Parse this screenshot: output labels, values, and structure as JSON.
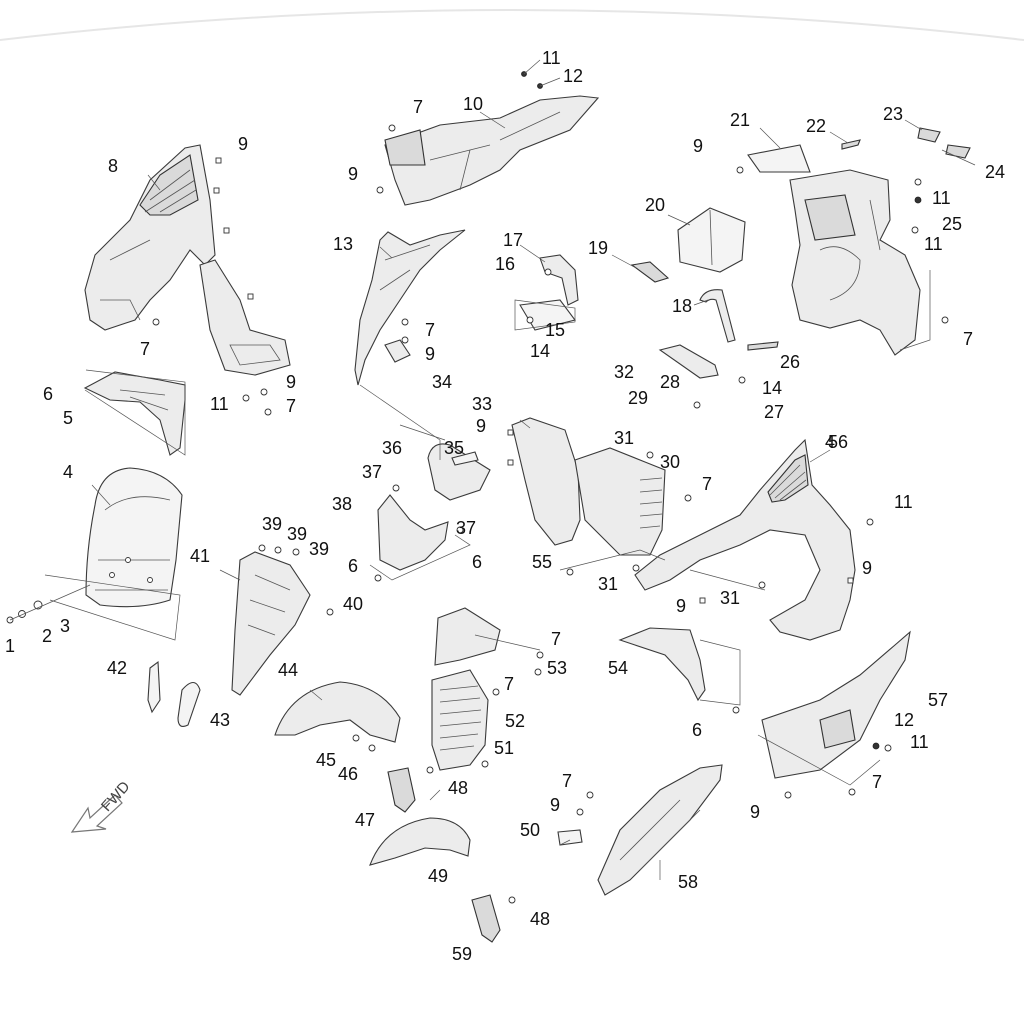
{
  "diagram": {
    "callouts": [
      {
        "id": "c1",
        "label": "1"
      },
      {
        "id": "c2",
        "label": "2"
      },
      {
        "id": "c3",
        "label": "3"
      },
      {
        "id": "c4",
        "label": "4"
      },
      {
        "id": "c5",
        "label": "5"
      },
      {
        "id": "c6a",
        "label": "6"
      },
      {
        "id": "c7a",
        "label": "7"
      },
      {
        "id": "c8",
        "label": "8"
      },
      {
        "id": "c9a",
        "label": "9"
      },
      {
        "id": "c9b",
        "label": "9"
      },
      {
        "id": "c11a",
        "label": "11"
      },
      {
        "id": "c7b",
        "label": "7"
      },
      {
        "id": "c7c",
        "label": "7"
      },
      {
        "id": "c10",
        "label": "10"
      },
      {
        "id": "c11b",
        "label": "11"
      },
      {
        "id": "c12a",
        "label": "12"
      },
      {
        "id": "c9c",
        "label": "9"
      },
      {
        "id": "c13",
        "label": "13"
      },
      {
        "id": "c7d",
        "label": "7"
      },
      {
        "id": "c9d",
        "label": "9"
      },
      {
        "id": "c34",
        "label": "34"
      },
      {
        "id": "c17",
        "label": "17"
      },
      {
        "id": "c16",
        "label": "16"
      },
      {
        "id": "c15",
        "label": "15"
      },
      {
        "id": "c14a",
        "label": "14"
      },
      {
        "id": "c19",
        "label": "19"
      },
      {
        "id": "c20",
        "label": "20"
      },
      {
        "id": "c18",
        "label": "18"
      },
      {
        "id": "c21",
        "label": "21"
      },
      {
        "id": "c22",
        "label": "22"
      },
      {
        "id": "c23",
        "label": "23"
      },
      {
        "id": "c24",
        "label": "24"
      },
      {
        "id": "c9e",
        "label": "9"
      },
      {
        "id": "c11c",
        "label": "11"
      },
      {
        "id": "c25",
        "label": "25"
      },
      {
        "id": "c11d",
        "label": "11"
      },
      {
        "id": "c7e",
        "label": "7"
      },
      {
        "id": "c26",
        "label": "26"
      },
      {
        "id": "c32",
        "label": "32"
      },
      {
        "id": "c28",
        "label": "28"
      },
      {
        "id": "c14b",
        "label": "14"
      },
      {
        "id": "c29",
        "label": "29"
      },
      {
        "id": "c27",
        "label": "27"
      },
      {
        "id": "c33",
        "label": "33"
      },
      {
        "id": "c9f",
        "label": "9"
      },
      {
        "id": "c36",
        "label": "36"
      },
      {
        "id": "c35",
        "label": "35"
      },
      {
        "id": "c31a",
        "label": "31"
      },
      {
        "id": "c30",
        "label": "30"
      },
      {
        "id": "c7f",
        "label": "7"
      },
      {
        "id": "c56",
        "label": "56"
      },
      {
        "id": "c11e",
        "label": "11"
      },
      {
        "id": "c37a",
        "label": "37"
      },
      {
        "id": "c38",
        "label": "38"
      },
      {
        "id": "c37b",
        "label": "37"
      },
      {
        "id": "c6b",
        "label": "6"
      },
      {
        "id": "c6c",
        "label": "6"
      },
      {
        "id": "c55",
        "label": "55"
      },
      {
        "id": "c31b",
        "label": "31"
      },
      {
        "id": "c9g",
        "label": "9"
      },
      {
        "id": "c9h",
        "label": "9"
      },
      {
        "id": "c31c",
        "label": "31"
      },
      {
        "id": "c4b",
        "label": "4"
      },
      {
        "id": "c39a",
        "label": "39"
      },
      {
        "id": "c39b",
        "label": "39"
      },
      {
        "id": "c39c",
        "label": "39"
      },
      {
        "id": "c41",
        "label": "41"
      },
      {
        "id": "c40",
        "label": "40"
      },
      {
        "id": "c7g",
        "label": "7"
      },
      {
        "id": "c53",
        "label": "53"
      },
      {
        "id": "c54",
        "label": "54"
      },
      {
        "id": "c7h",
        "label": "7"
      },
      {
        "id": "c52",
        "label": "52"
      },
      {
        "id": "c6d",
        "label": "6"
      },
      {
        "id": "c57",
        "label": "57"
      },
      {
        "id": "c42",
        "label": "42"
      },
      {
        "id": "c43",
        "label": "43"
      },
      {
        "id": "c44",
        "label": "44"
      },
      {
        "id": "c45",
        "label": "45"
      },
      {
        "id": "c46",
        "label": "46"
      },
      {
        "id": "c51",
        "label": "51"
      },
      {
        "id": "c12b",
        "label": "12"
      },
      {
        "id": "c11f",
        "label": "11"
      },
      {
        "id": "c7i",
        "label": "7"
      },
      {
        "id": "c48a",
        "label": "48"
      },
      {
        "id": "c47",
        "label": "47"
      },
      {
        "id": "c7j",
        "label": "7"
      },
      {
        "id": "c9i",
        "label": "9"
      },
      {
        "id": "c9j",
        "label": "9"
      },
      {
        "id": "c50",
        "label": "50"
      },
      {
        "id": "c49",
        "label": "49"
      },
      {
        "id": "c58",
        "label": "58"
      },
      {
        "id": "c48b",
        "label": "48"
      },
      {
        "id": "c59",
        "label": "59"
      }
    ],
    "fwd_label": "FWD"
  }
}
